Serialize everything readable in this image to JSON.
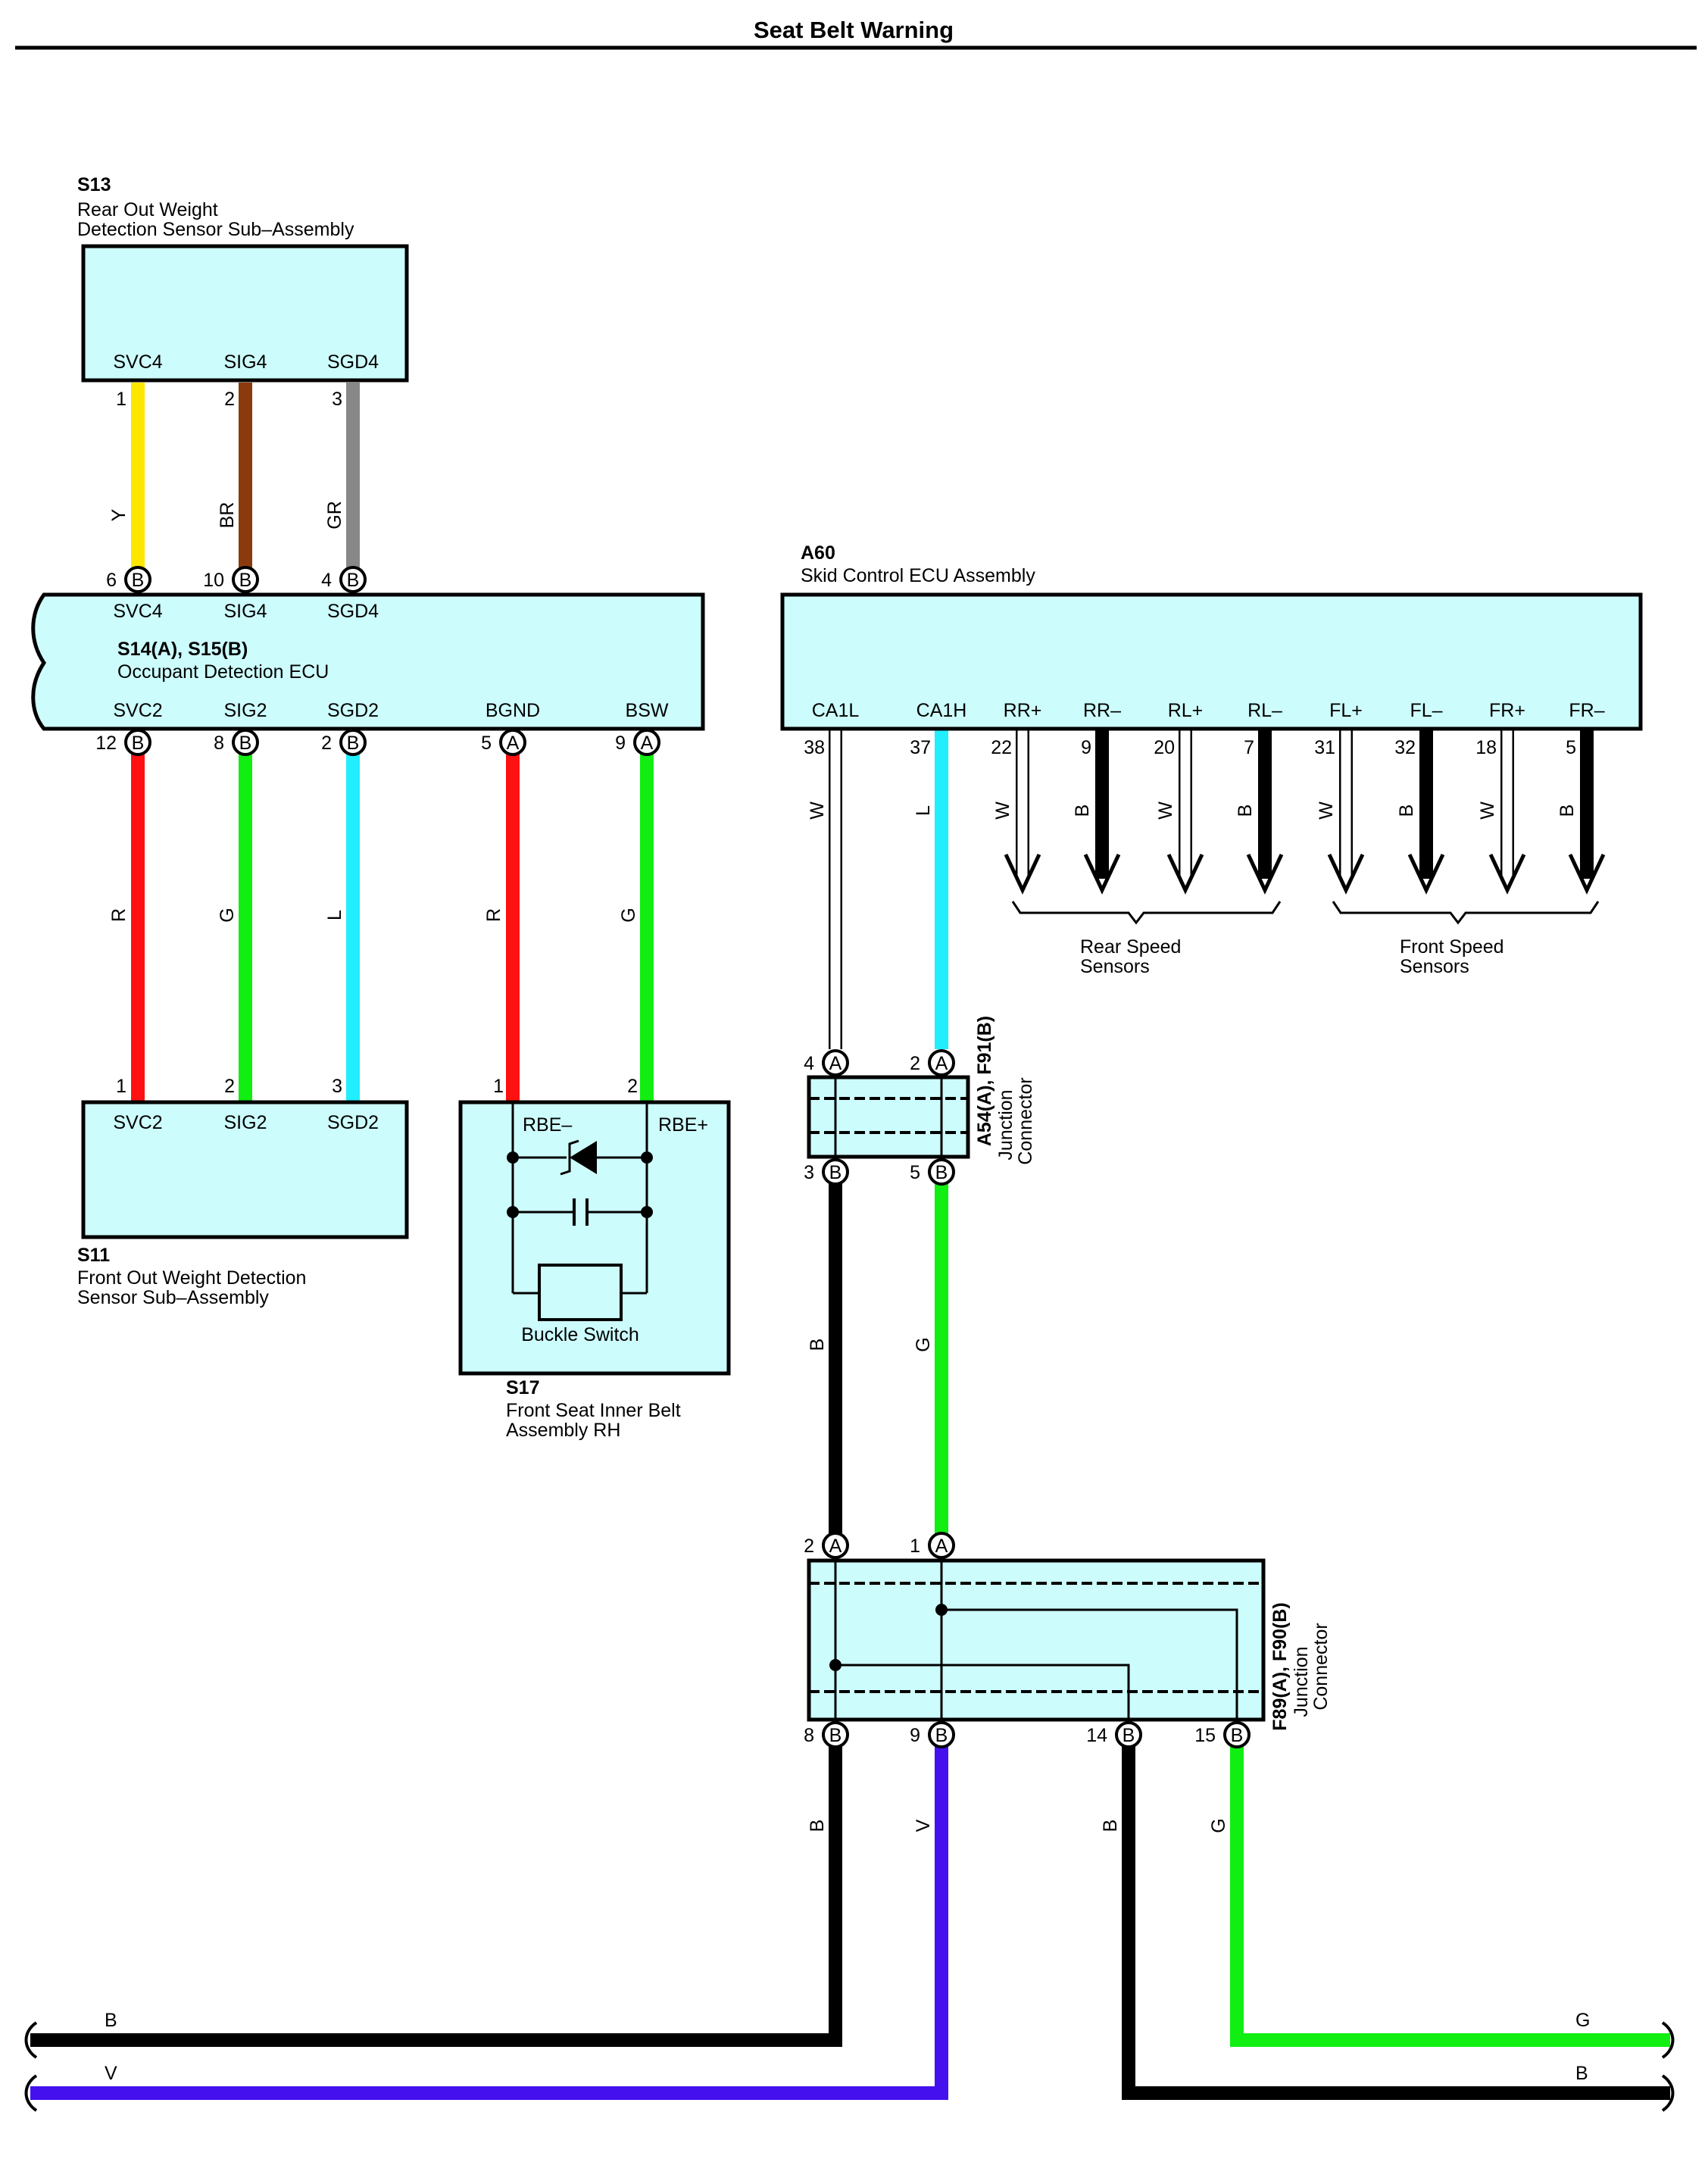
{
  "title": "Seat Belt Warning",
  "colors": {
    "Y": "#ffe600",
    "BR": "#8b3a0e",
    "GR": "#888888",
    "R": "#ff1111",
    "G": "#11ee11",
    "L": "#22eeff",
    "W": "#ffffff",
    "B": "#000000",
    "V": "#4411ee",
    "box_fill": "#cdfcfc"
  },
  "components": {
    "s13": {
      "code": "S13",
      "name_line1": "Rear Out Weight",
      "name_line2": "Detection Sensor Sub–Assembly",
      "pins": [
        "SVC4",
        "SIG4",
        "SGD4"
      ],
      "pin_nums": [
        "1",
        "2",
        "3"
      ]
    },
    "s14": {
      "code": "S14(A), S15(B)",
      "name": "Occupant Detection ECU",
      "top_pins": [
        "SVC4",
        "SIG4",
        "SGD4"
      ],
      "top_nums": [
        "6",
        "10",
        "4"
      ],
      "top_conns": [
        "B",
        "B",
        "B"
      ],
      "bottom_pins": [
        "SVC2",
        "SIG2",
        "SGD2",
        "BGND",
        "BSW"
      ],
      "bottom_nums": [
        "12",
        "8",
        "2",
        "5",
        "9"
      ],
      "bottom_conns": [
        "B",
        "B",
        "B",
        "A",
        "A"
      ]
    },
    "s11": {
      "code": "S11",
      "name_line1": "Front Out Weight Detection",
      "name_line2": "Sensor Sub–Assembly",
      "pins": [
        "SVC2",
        "SIG2",
        "SGD2"
      ],
      "pin_nums": [
        "1",
        "2",
        "3"
      ]
    },
    "s17": {
      "code": "S17",
      "name_line1": "Front Seat Inner Belt",
      "name_line2": "Assembly RH",
      "pins": [
        "RBE–",
        "RBE+"
      ],
      "pin_nums": [
        "1",
        "2"
      ],
      "inner_label": "Buckle Switch"
    },
    "a60": {
      "code": "A60",
      "name": "Skid Control ECU Assembly",
      "pins": [
        "CA1L",
        "CA1H",
        "RR+",
        "RR–",
        "RL+",
        "RL–",
        "FL+",
        "FL–",
        "FR+",
        "FR–"
      ],
      "pin_nums": [
        "38",
        "37",
        "22",
        "9",
        "20",
        "7",
        "31",
        "32",
        "18",
        "5"
      ]
    },
    "jc1": {
      "label_line1": "A54(A), F91(B)",
      "label_line2": "Junction",
      "label_line3": "Connector",
      "top_nums": [
        "4",
        "2"
      ],
      "top_conns": [
        "A",
        "A"
      ],
      "bottom_nums": [
        "3",
        "5"
      ],
      "bottom_conns": [
        "B",
        "B"
      ]
    },
    "jc2": {
      "label_line1": "F89(A), F90(B)",
      "label_line2": "Junction",
      "label_line3": "Connector",
      "top_nums": [
        "2",
        "1"
      ],
      "top_conns": [
        "A",
        "A"
      ],
      "bottom_nums": [
        "8",
        "9",
        "14",
        "15"
      ],
      "bottom_conns": [
        "B",
        "B",
        "B",
        "B"
      ]
    }
  },
  "wire_labels": {
    "s13_s14": [
      "Y",
      "BR",
      "GR"
    ],
    "s14_down": [
      "R",
      "G",
      "L",
      "R",
      "G"
    ],
    "a60_main": [
      "W",
      "L"
    ],
    "speed": [
      "W",
      "B",
      "W",
      "B",
      "W",
      "B",
      "W",
      "B"
    ],
    "jc1_jc2": [
      "B",
      "G"
    ],
    "jc2_down": [
      "B",
      "V",
      "B",
      "G"
    ],
    "bottom_left": [
      "B",
      "V"
    ],
    "bottom_right": [
      "G",
      "B"
    ]
  },
  "groups": {
    "rear": {
      "line1": "Rear Speed",
      "line2": "Sensors"
    },
    "front": {
      "line1": "Front Speed",
      "line2": "Sensors"
    }
  }
}
